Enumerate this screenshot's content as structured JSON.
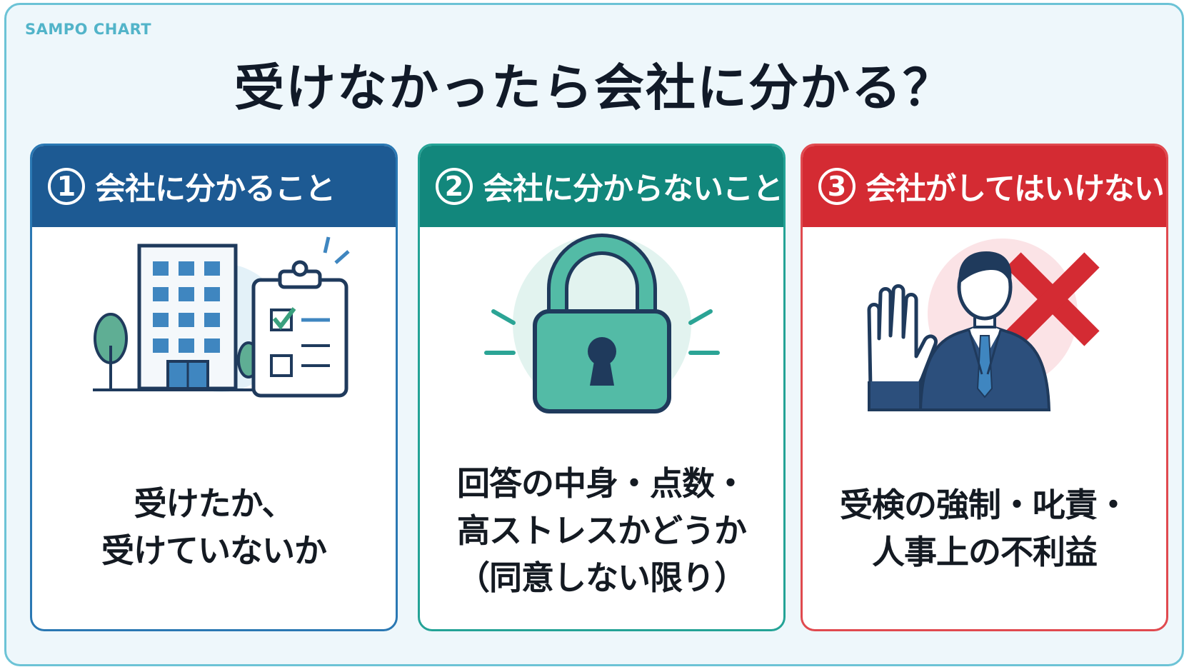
{
  "brand": "SAMPO CHART",
  "title": "受けなかったら会社に分かる？",
  "cards": [
    {
      "number": "1",
      "heading": "会社に分かること",
      "icon": "office-building-clipboard-icon",
      "lines": [
        "受けたか、",
        "受けていないか"
      ]
    },
    {
      "number": "2",
      "heading": "会社に分からないこと",
      "icon": "padlock-icon",
      "lines": [
        "回答の中身・点数・",
        "高ストレスかどうか",
        "（同意しない限り）"
      ]
    },
    {
      "number": "3",
      "heading": "会社がしてはいけないこと",
      "icon": "businessman-stop-x-icon",
      "lines": [
        "受検の強制・叱責・",
        "人事上の不利益"
      ]
    }
  ],
  "colors": {
    "card1": "#1d5a93",
    "card2": "#12877c",
    "card3": "#d42b33",
    "frame": "#6cc3d6",
    "background": "#eef7fb"
  }
}
